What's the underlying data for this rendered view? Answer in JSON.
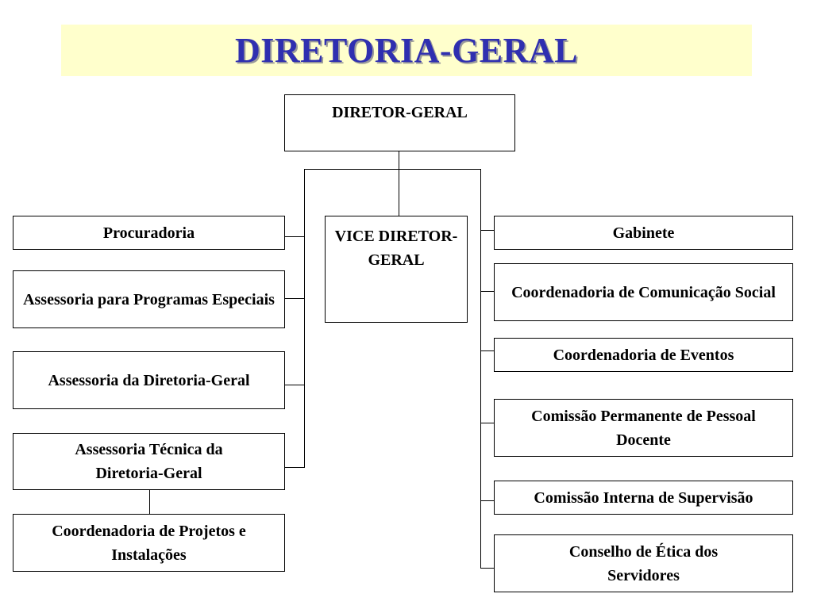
{
  "title": "DIRETORIA-GERAL",
  "director": "DIRETOR-GERAL",
  "vice_director": "VICE DIRETOR-GERAL",
  "left_units": [
    "Procuradoria",
    "Assessoria para Programas Especiais",
    "Assessoria da Diretoria-Geral",
    "Assessoria Técnica da Diretoria-Geral"
  ],
  "sub_unit": "Coordenadoria de Projetos e Instalações",
  "right_units": [
    "Gabinete",
    "Coordenadoria de Comunicação Social",
    "Coordenadoria de Eventos",
    "Comissão Permanente de Pessoal Docente",
    "Comissão Interna de Supervisão",
    "Conselho de Ética dos Servidores"
  ]
}
